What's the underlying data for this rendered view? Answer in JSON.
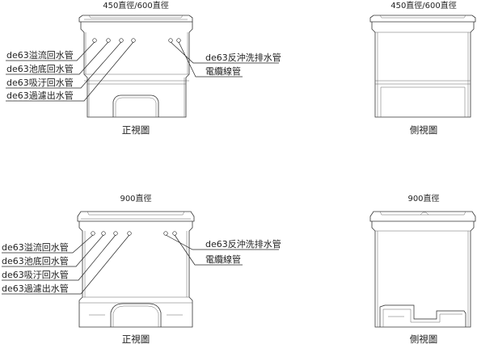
{
  "top_row": {
    "front": {
      "size_title": "450直徑/600直徑",
      "left_labels": [
        "de63溢流回水管",
        "de63池底回水管",
        "de63吸汙回水管",
        "de63過濾出水管"
      ],
      "right_labels": [
        "de63反沖洗排水管",
        "電纜線管"
      ],
      "caption": "正視圖"
    },
    "side": {
      "size_title": "450直徑/600直徑",
      "caption": "側視圖"
    }
  },
  "bottom_row": {
    "front": {
      "size_title": "900直徑",
      "left_labels": [
        "de63溢流回水管",
        "de63池底回水管",
        "de63吸汙回水管",
        "de63過濾出水管"
      ],
      "right_labels": [
        "de63反沖洗排水管",
        "電纜線管"
      ],
      "caption": "正視圖"
    },
    "side": {
      "size_title": "900直徑",
      "caption": "側視圖"
    }
  }
}
